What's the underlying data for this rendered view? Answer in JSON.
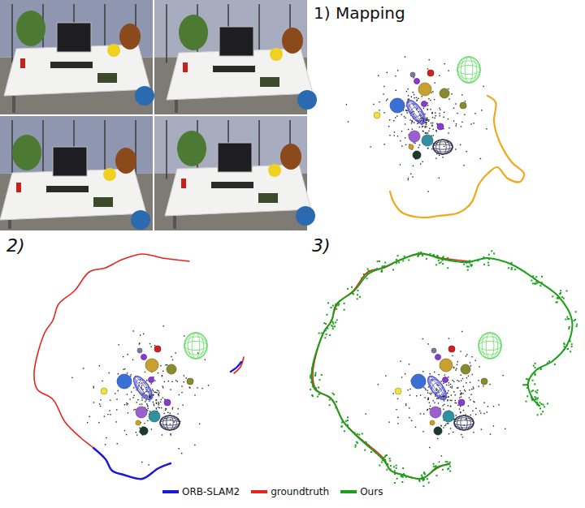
{
  "diagram": {
    "labels": [
      "1) Mapping",
      "2)",
      "3)"
    ],
    "legend": [
      {
        "text": "ORB-SLAM2",
        "color": "#1a1adc"
      },
      {
        "text": "groundtruth",
        "color": "#e8241c"
      },
      {
        "text": "Ours",
        "color": "#1aa01a"
      }
    ]
  }
}
